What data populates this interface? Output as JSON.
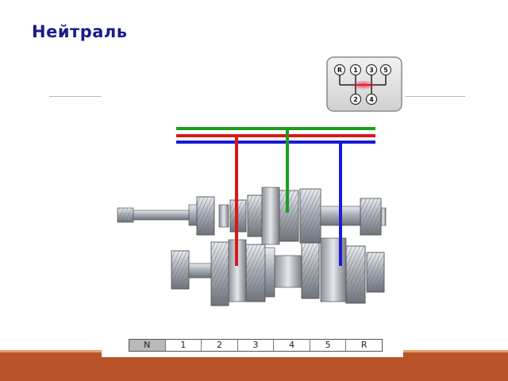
{
  "title": "Нейтраль",
  "shift_pattern": {
    "labels": [
      "R",
      "1",
      "3",
      "5",
      "2",
      "4"
    ]
  },
  "gear_bar": {
    "items": [
      "N",
      "1",
      "2",
      "3",
      "4",
      "5",
      "R"
    ],
    "active": "N"
  },
  "colors": {
    "title": "#1a1a8c",
    "rod_green": "#1e9c1e",
    "rod_red": "#d41a1a",
    "rod_blue": "#1a1ad4",
    "footer": "#b9532a",
    "neutral_highlight": "#e0304a"
  }
}
